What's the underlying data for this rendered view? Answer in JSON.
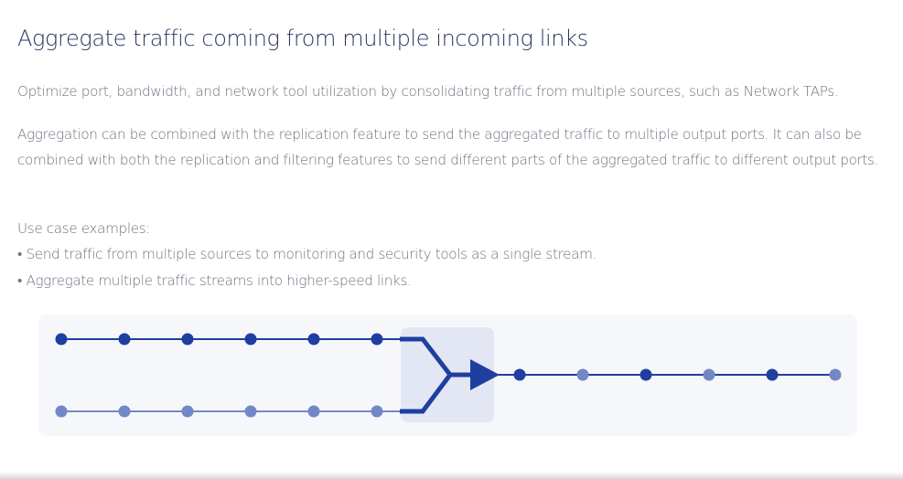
{
  "section": {
    "title": "Aggregate traffic coming from multiple incoming links",
    "intro": "Optimize port, bandwidth, and network tool utilization by consolidating traffic from multiple sources, such as Network TAPs.",
    "detail": "Aggregation can be combined with the replication feature to send the aggregated traffic to multiple output ports. It can also be combined with both the replication and filtering features to send different parts of the aggregated traffic to different output ports.",
    "use_cases_heading": "Use case examples:",
    "use_cases": [
      "• Send traffic from multiple sources to monitoring and security tools as a single stream.",
      "• Aggregate multiple traffic streams into higher-speed links."
    ]
  },
  "diagram": {
    "colors": {
      "dark": "#1f3fa0",
      "light": "#7288c6",
      "aggregator_box": "#e3e7f4",
      "card": "#f6f7fb"
    },
    "input_links": [
      {
        "name": "input-link-1",
        "tone": "dark",
        "nodes": 6
      },
      {
        "name": "input-link-2",
        "tone": "light",
        "nodes": 6
      }
    ],
    "output_link": {
      "name": "output-link",
      "node_tones": [
        "dark",
        "light",
        "dark",
        "light",
        "dark",
        "light"
      ]
    }
  }
}
